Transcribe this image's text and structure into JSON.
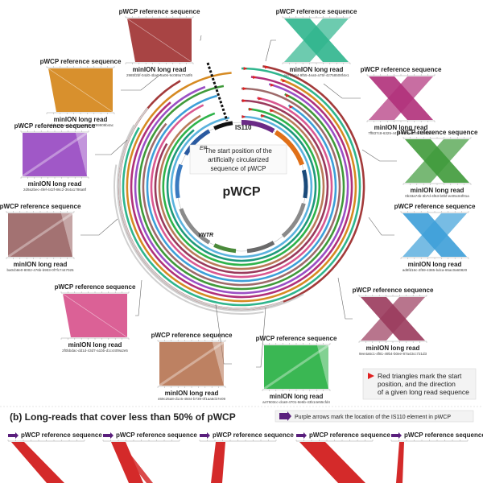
{
  "labels": {
    "ref": "pWCP reference sequence",
    "read": "minION long read",
    "center": "pWCP",
    "start_note": [
      "The start position of the",
      "artificially circularized",
      "sequence of pWCP"
    ],
    "is110": "IS110",
    "ep": "EP",
    "vntr": "VNTR",
    "legend_red": [
      "Red triangles mark the start",
      "position, and the direction",
      "of a given long read sequence"
    ],
    "legend_purple": "Purple arrows mark the location of the IS110 element in pWCP",
    "section_b": "(b) Long-reads that cover less than 50% of pWCP"
  },
  "panels": [
    {
      "id": "2985f2bf-04d0-4ba0-8a06-9c089a77a0f6",
      "color": "#a33a3a",
      "shape": "diag-down"
    },
    {
      "id": "ea7fda64-9f55-4ea5-a75f-42758508f4e1",
      "color": "#2fb58d",
      "shape": "cross"
    },
    {
      "id": "fedde183-ae1b-472a-a002-5799909b4ac",
      "color": "#d68a22",
      "shape": "diag-down"
    },
    {
      "id": "7ff837c8-6325-4475-8d1b-b009ccb8fa8e",
      "color": "#b0307a",
      "shape": "cross"
    },
    {
      "id": "2d9a2bec-4fef-442f-86c2-364a1786a8f",
      "color": "#9b4fc4",
      "shape": "diag-up"
    },
    {
      "id": "0b33a74b-3b7d-4f63-b0bf-ee05c84f01a",
      "color": "#3f9a3a",
      "shape": "cross"
    },
    {
      "id": "ba0cb8e0-8002-476b-b903-0f7fc7447025",
      "color": "#9e6a6a",
      "shape": "diag-up"
    },
    {
      "id": "ad8fd16c-2f59-4385-bdca-65ac0a60820",
      "color": "#3d9fd8",
      "shape": "cross"
    },
    {
      "id": "2f0bbdac-dd1d-43d7-a1bb-d1c4409a2e5",
      "color": "#d95890",
      "shape": "diag-down"
    },
    {
      "id": "9ee4a6c1-4f81-49b4-b0ee-87a43cc721d3",
      "color": "#9a3a5c",
      "shape": "cross"
    },
    {
      "id": "469c25a8-d1c6-4504-b739-0f1aa6cb7e09",
      "color": "#b97a5a",
      "shape": "diag-up"
    },
    {
      "id": "a47503cc-dca8-4701-8e6b-43b14e55cfd4",
      "color": "#2fb34a",
      "shape": "diag-up"
    }
  ],
  "ring_colors": [
    "#a33a3a",
    "#2fb58d",
    "#d68a22",
    "#b0307a",
    "#9b4fc4",
    "#3f9a3a",
    "#9e6a6a",
    "#3d9fd8",
    "#d95890",
    "#9a3a5c",
    "#b97a5a",
    "#2fb34a",
    "#1e9a7a",
    "#5ab2dd"
  ],
  "small_panels": [
    {
      "color": "#d42a2a",
      "shape": "single"
    },
    {
      "color": "#d42a2a",
      "shape": "double"
    },
    {
      "color": "#d42a2a",
      "shape": "thin"
    },
    {
      "color": "#d42a2a",
      "shape": "wide"
    },
    {
      "color": "#d42a2a",
      "shape": "narrow"
    }
  ]
}
